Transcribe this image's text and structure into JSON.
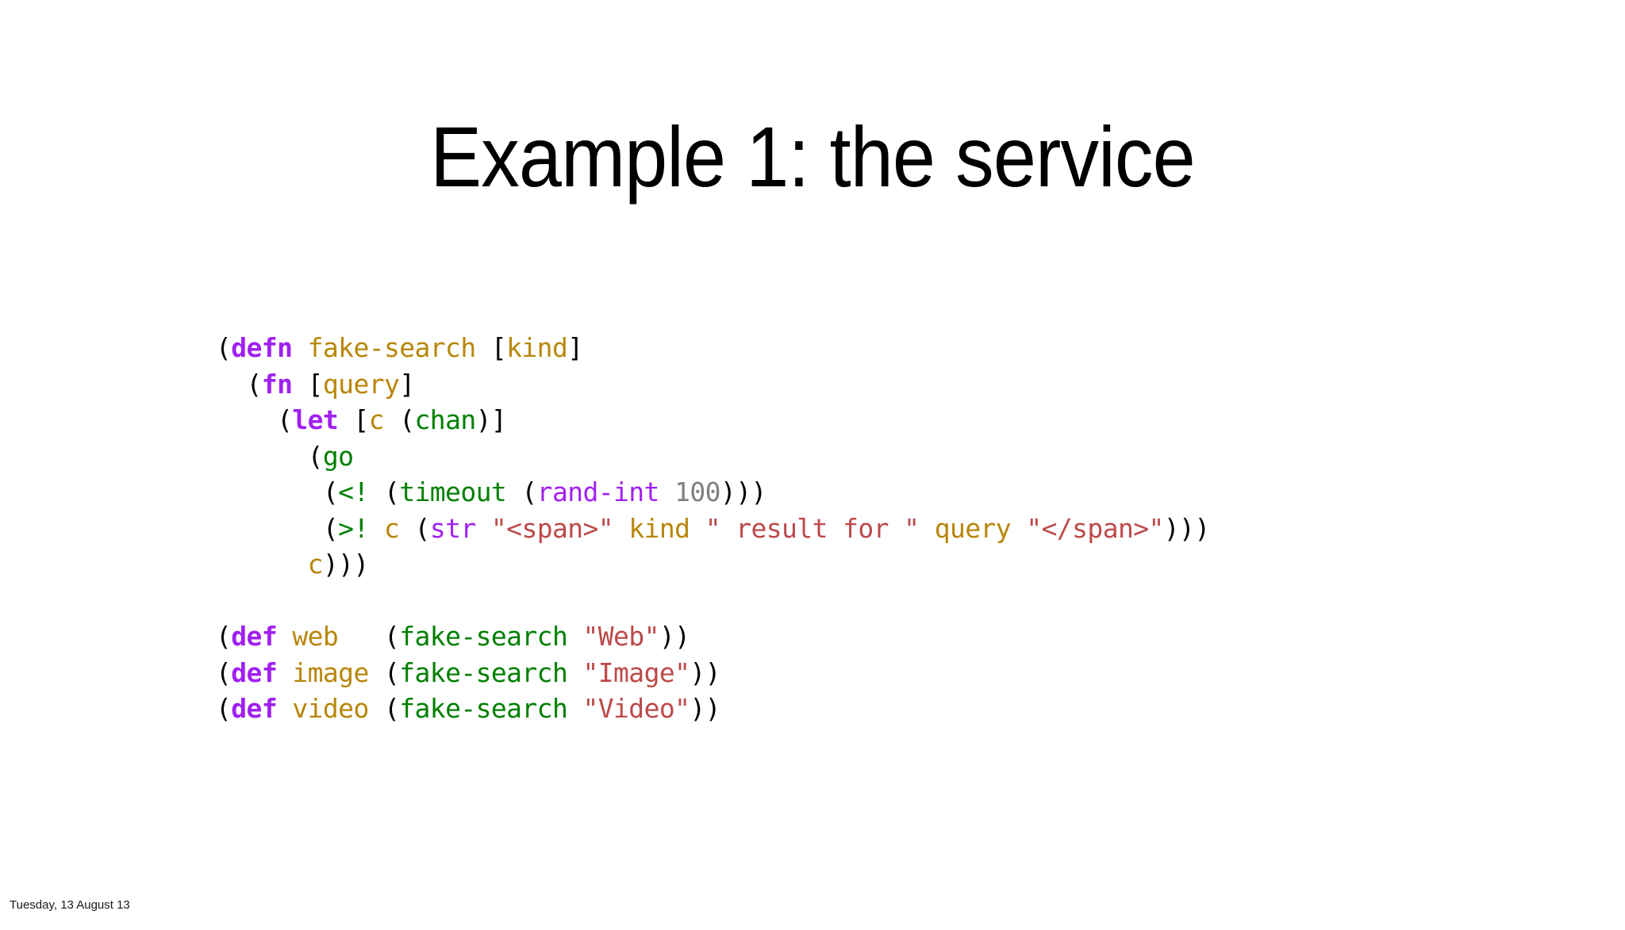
{
  "slide": {
    "title": "Example 1: the service",
    "footer": "Tuesday, 13 August 13",
    "background_color": "#ffffff"
  },
  "palette": {
    "punctuation": "#000000",
    "keyword_purple": "#A020F0",
    "name_gold": "#B8860B",
    "builtin_green": "#008000",
    "string_red": "#BC4A4A",
    "number_gray": "#808080",
    "title_black": "#000000"
  },
  "code": {
    "language": "clojure",
    "full_text": "(defn fake-search [kind]\n  (fn [query]\n    (let [c (chan)]\n      (go\n       (<! (timeout (rand-int 100)))\n       (>! c (str \"<span>\" kind \" result for \" query \"</span>\")))\n      c)))\n\n(def web   (fake-search \"Web\"))\n(def image (fake-search \"Image\"))\n(def video (fake-search \"Video\"))",
    "lines": [
      {
        "id": "line-1",
        "tokens": [
          {
            "text": "(",
            "kind": "punct"
          },
          {
            "text": "defn",
            "kind": "keyword"
          },
          {
            "text": " ",
            "kind": "punct"
          },
          {
            "text": "fake-search",
            "kind": "function"
          },
          {
            "text": " [",
            "kind": "punct"
          },
          {
            "text": "kind",
            "kind": "var"
          },
          {
            "text": "]",
            "kind": "punct"
          }
        ]
      },
      {
        "id": "line-2",
        "tokens": [
          {
            "text": "  (",
            "kind": "punct"
          },
          {
            "text": "fn",
            "kind": "keyword"
          },
          {
            "text": " [",
            "kind": "punct"
          },
          {
            "text": "query",
            "kind": "var"
          },
          {
            "text": "]",
            "kind": "punct"
          }
        ]
      },
      {
        "id": "line-3",
        "tokens": [
          {
            "text": "    (",
            "kind": "punct"
          },
          {
            "text": "let",
            "kind": "keyword"
          },
          {
            "text": " [",
            "kind": "punct"
          },
          {
            "text": "c",
            "kind": "var"
          },
          {
            "text": " (",
            "kind": "punct"
          },
          {
            "text": "chan",
            "kind": "builtin"
          },
          {
            "text": ")]",
            "kind": "punct"
          }
        ]
      },
      {
        "id": "line-4",
        "tokens": [
          {
            "text": "      (",
            "kind": "punct"
          },
          {
            "text": "go",
            "kind": "builtin"
          }
        ]
      },
      {
        "id": "line-5",
        "tokens": [
          {
            "text": "       (",
            "kind": "punct"
          },
          {
            "text": "<!",
            "kind": "builtin"
          },
          {
            "text": " (",
            "kind": "punct"
          },
          {
            "text": "timeout",
            "kind": "builtin"
          },
          {
            "text": " (",
            "kind": "punct"
          },
          {
            "text": "rand-int",
            "kind": "special"
          },
          {
            "text": " ",
            "kind": "punct"
          },
          {
            "text": "100",
            "kind": "number"
          },
          {
            "text": ")))",
            "kind": "punct"
          }
        ]
      },
      {
        "id": "line-6",
        "tokens": [
          {
            "text": "       (",
            "kind": "punct"
          },
          {
            "text": ">!",
            "kind": "builtin"
          },
          {
            "text": " ",
            "kind": "punct"
          },
          {
            "text": "c",
            "kind": "var"
          },
          {
            "text": " (",
            "kind": "punct"
          },
          {
            "text": "str",
            "kind": "special"
          },
          {
            "text": " ",
            "kind": "punct"
          },
          {
            "text": "\"<span>\"",
            "kind": "string"
          },
          {
            "text": " ",
            "kind": "punct"
          },
          {
            "text": "kind",
            "kind": "var"
          },
          {
            "text": " ",
            "kind": "punct"
          },
          {
            "text": "\" result for \"",
            "kind": "string"
          },
          {
            "text": " ",
            "kind": "punct"
          },
          {
            "text": "query",
            "kind": "var"
          },
          {
            "text": " ",
            "kind": "punct"
          },
          {
            "text": "\"</span>\"",
            "kind": "string"
          },
          {
            "text": ")))",
            "kind": "punct"
          }
        ]
      },
      {
        "id": "line-7",
        "tokens": [
          {
            "text": "      ",
            "kind": "punct"
          },
          {
            "text": "c",
            "kind": "var"
          },
          {
            "text": ")))",
            "kind": "punct"
          }
        ]
      },
      {
        "id": "line-8",
        "blank": true,
        "tokens": []
      },
      {
        "id": "line-9",
        "tokens": [
          {
            "text": "(",
            "kind": "punct"
          },
          {
            "text": "def",
            "kind": "keyword"
          },
          {
            "text": " ",
            "kind": "punct"
          },
          {
            "text": "web",
            "kind": "var"
          },
          {
            "text": "   (",
            "kind": "punct"
          },
          {
            "text": "fake-search",
            "kind": "builtin"
          },
          {
            "text": " ",
            "kind": "punct"
          },
          {
            "text": "\"Web\"",
            "kind": "string"
          },
          {
            "text": "))",
            "kind": "punct"
          }
        ]
      },
      {
        "id": "line-10",
        "tokens": [
          {
            "text": "(",
            "kind": "punct"
          },
          {
            "text": "def",
            "kind": "keyword"
          },
          {
            "text": " ",
            "kind": "punct"
          },
          {
            "text": "image",
            "kind": "var"
          },
          {
            "text": " (",
            "kind": "punct"
          },
          {
            "text": "fake-search",
            "kind": "builtin"
          },
          {
            "text": " ",
            "kind": "punct"
          },
          {
            "text": "\"Image\"",
            "kind": "string"
          },
          {
            "text": "))",
            "kind": "punct"
          }
        ]
      },
      {
        "id": "line-11",
        "tokens": [
          {
            "text": "(",
            "kind": "punct"
          },
          {
            "text": "def",
            "kind": "keyword"
          },
          {
            "text": " ",
            "kind": "punct"
          },
          {
            "text": "video",
            "kind": "var"
          },
          {
            "text": " (",
            "kind": "punct"
          },
          {
            "text": "fake-search",
            "kind": "builtin"
          },
          {
            "text": " ",
            "kind": "punct"
          },
          {
            "text": "\"Video\"",
            "kind": "string"
          },
          {
            "text": "))",
            "kind": "punct"
          }
        ]
      }
    ]
  }
}
